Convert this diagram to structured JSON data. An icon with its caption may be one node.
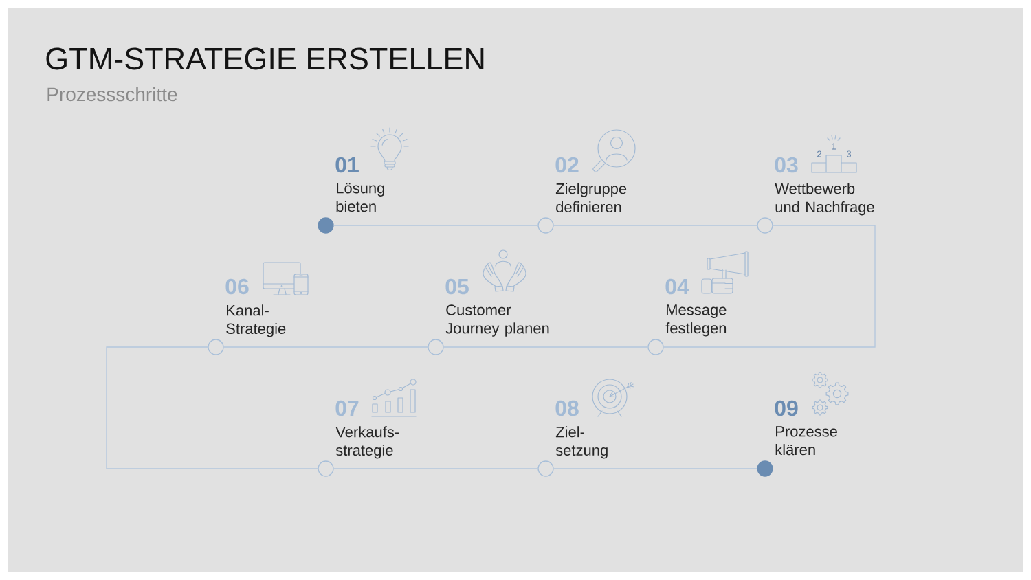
{
  "diagram": {
    "title": "GTM-STRATEGIE ERSTELLEN",
    "nodes": [
      {
        "text": [],
        "shape": "circle",
        "beside": [
          "01",
          "Lösung bieten"
        ]
      },
      {
        "text": [],
        "shape": "circle",
        "beside": [
          "02",
          "Zielgruppe definieren"
        ]
      },
      {
        "text": [],
        "shape": "circle",
        "beside": [
          "03",
          "Wettbewerb und Nachfrage"
        ]
      },
      {
        "text": [],
        "shape": "circle",
        "beside": [
          "04",
          "Message festlegen"
        ]
      },
      {
        "text": [],
        "shape": "circle",
        "beside": [
          "05",
          "Customer Journey planen"
        ]
      },
      {
        "text": [],
        "shape": "circle",
        "beside": [
          "06",
          "Kanal- Strategie"
        ]
      },
      {
        "text": [],
        "shape": "circle",
        "beside": [
          "07",
          "Verkaufs- strategie"
        ]
      },
      {
        "text": [],
        "shape": "circle",
        "beside": [
          "08",
          "Ziel- setzung"
        ]
      },
      {
        "text": [],
        "shape": "circle",
        "beside": [
          "09",
          "Prozesse klären"
        ]
      }
    ],
    "edges": [
      {
        "from": 0,
        "to": 1,
        "arrow": "none"
      },
      {
        "from": 1,
        "to": 2,
        "arrow": "none"
      },
      {
        "from": 2,
        "to": 3,
        "arrow": "none"
      },
      {
        "from": 3,
        "to": 4,
        "arrow": "none"
      },
      {
        "from": 4,
        "to": 5,
        "arrow": "none"
      },
      {
        "from": 5,
        "to": 6,
        "arrow": "none"
      },
      {
        "from": 6,
        "to": 7,
        "arrow": "none"
      },
      {
        "from": 7,
        "to": 8,
        "arrow": "none"
      }
    ],
    "labels": [
      "Prozessschritte",
      "2",
      "1",
      "3"
    ]
  }
}
